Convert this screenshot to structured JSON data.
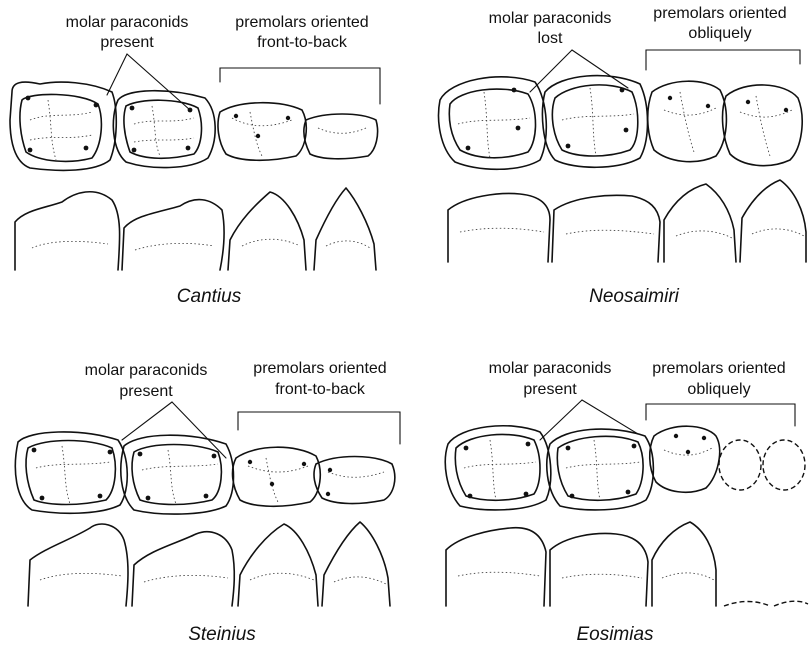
{
  "panels": [
    {
      "id": "cantius",
      "taxon": "Cantius",
      "label_left_1": "molar paraconids",
      "label_left_2": "present",
      "label_right_1": "premolars oriented",
      "label_right_2": "front-to-back"
    },
    {
      "id": "neosaimiri",
      "taxon": "Neosaimiri",
      "label_left_1": "molar paraconids",
      "label_left_2": "lost",
      "label_right_1": "premolars oriented",
      "label_right_2": "obliquely"
    },
    {
      "id": "steinius",
      "taxon": "Steinius",
      "label_left_1": "molar paraconids",
      "label_left_2": "present",
      "label_right_1": "premolars oriented",
      "label_right_2": "front-to-back"
    },
    {
      "id": "eosimias",
      "taxon": "Eosimias",
      "label_left_1": "molar paraconids",
      "label_left_2": "present",
      "label_right_1": "premolars oriented",
      "label_right_2": "obliquely"
    }
  ],
  "colors": {
    "ink": "#111111",
    "background": "#ffffff"
  }
}
